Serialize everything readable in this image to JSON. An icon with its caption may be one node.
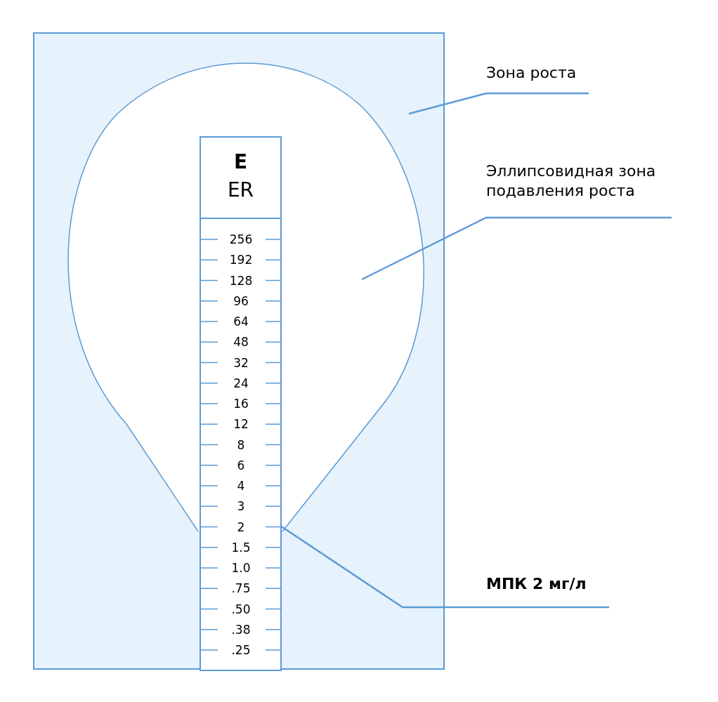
{
  "diagram": {
    "nodes": [
      {
        "text": [],
        "shape": "box"
      },
      {
        "text": [],
        "shape": "ellipse",
        "in": 0
      },
      {
        "text": [
          "E",
          "ER"
        ],
        "in": 0
      },
      {
        "text": [
          "Зона роста"
        ]
      },
      {
        "text": [
          "Эллипсовидная зона подавления роста"
        ]
      },
      {
        "text": [
          "МПК 2 мг/л"
        ]
      }
    ],
    "edges": [
      {
        "from": 3,
        "to": 0,
        "arrow": "none"
      },
      {
        "from": 4,
        "to": 1,
        "arrow": "none"
      },
      {
        "from": 5,
        "to": 2,
        "arrow": "none"
      }
    ],
    "labels": [
      "256",
      "192",
      "128",
      "96",
      "64",
      "48",
      "32",
      "24",
      "16",
      "12",
      "8",
      "6",
      "4",
      "3",
      "2",
      "1.5",
      "1.0",
      ".75",
      ".50",
      ".38",
      ".25"
    ]
  }
}
